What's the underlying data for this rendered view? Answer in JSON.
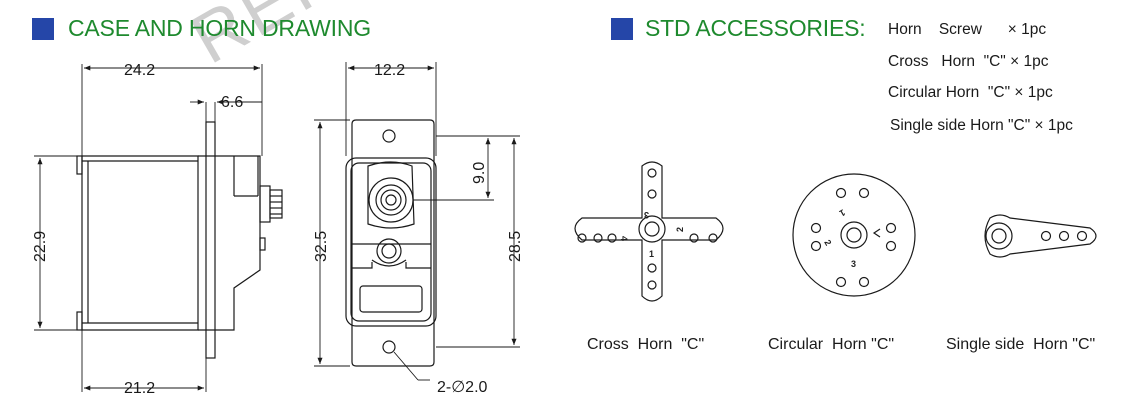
{
  "colors": {
    "accent": "#2546a8",
    "title": "#1e8a2e",
    "line": "#1a1a1a"
  },
  "sections": {
    "case_drawing": {
      "title": "CASE AND HORN DRAWING"
    },
    "accessories": {
      "title": "STD ACCESSORIES:"
    }
  },
  "watermark": "REF",
  "accessories_list": [
    "Horn    Screw      × 1pc",
    "Cross   Horn  \"C\" × 1pc",
    "Circular Horn  \"C\" × 1pc",
    "Single side Horn \"C\" × 1pc"
  ],
  "dimensions": {
    "top_width": "24.2",
    "offset": "6.6",
    "front_width": "12.2",
    "height_side": "22.9",
    "height_front": "32.5",
    "height_right": "28.5",
    "shaft_offset": "9.0",
    "bottom_width": "21.2",
    "hole": "2-∅2.0"
  },
  "horn_numbers": {
    "cross": [
      "3",
      "4",
      "2",
      "1"
    ],
    "circular": [
      "1",
      "2",
      "3"
    ]
  },
  "captions": {
    "cross": "Cross  Horn  \"C\"",
    "circular": "Circular  Horn \"C\"",
    "single": "Single side  Horn \"C\""
  }
}
